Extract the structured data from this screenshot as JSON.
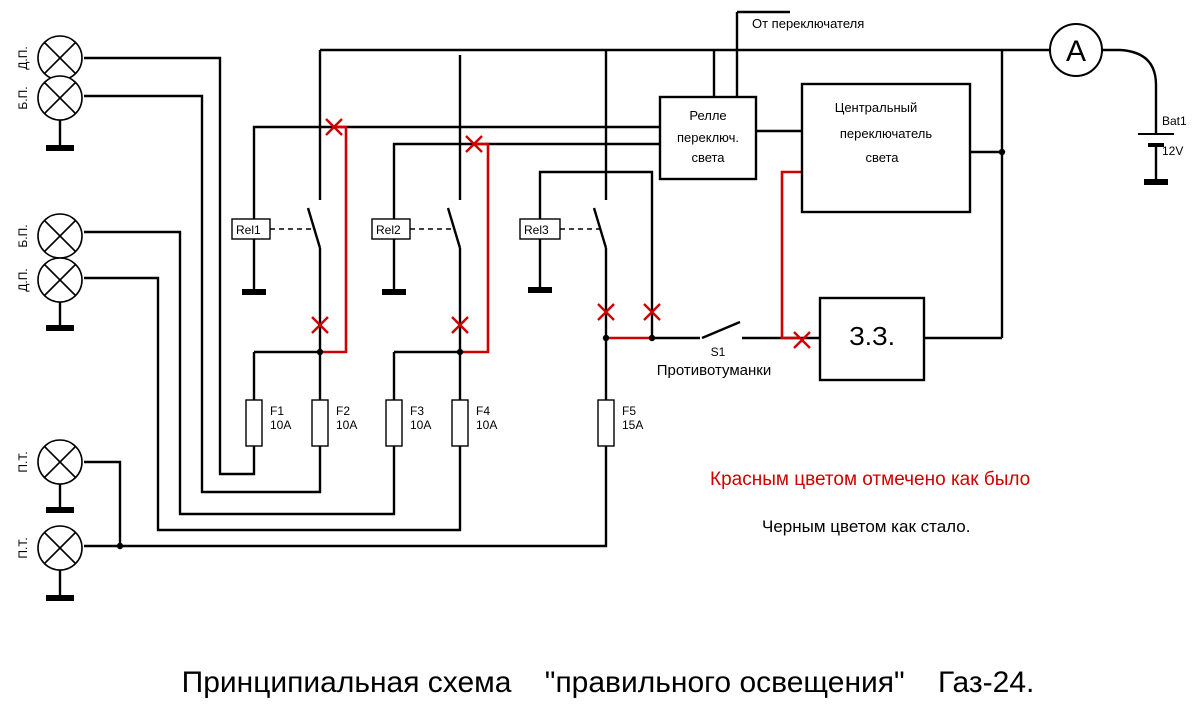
{
  "labels": {
    "lamp_dp_top": "Д.П.",
    "lamp_bp_top": "Б.П.",
    "lamp_bp_mid": "Б.П.",
    "lamp_dp_mid": "Д.П.",
    "lamp_pt_1": "П.Т.",
    "lamp_pt_2": "П.Т.",
    "from_switch": "От переключателя",
    "ammeter": "A",
    "battery_name": "Bat1",
    "battery_voltage": "12V",
    "relay_box": [
      "Релле",
      "переключ.",
      "света"
    ],
    "central_switch": [
      "Центральный",
      "переключатель",
      "света"
    ],
    "ignition": "З.З.",
    "rel1": "Rel1",
    "rel2": "Rel2",
    "rel3": "Rel3",
    "s1": "S1",
    "fog": "Противотуманки",
    "f1_name": "F1",
    "f1_rating": "10A",
    "f2_name": "F2",
    "f2_rating": "10A",
    "f3_name": "F3",
    "f3_rating": "10A",
    "f4_name": "F4",
    "f4_rating": "10A",
    "f5_name": "F5",
    "f5_rating": "15A"
  },
  "legend": {
    "red_note": "Красным цветом отмечено как было",
    "black_note": "Черным цветом как стало."
  },
  "title": "Принципиальная схема    \"правильного освещения\"    Газ-24.",
  "colors": {
    "old_wiring": "#d00000",
    "new_wiring": "#000000"
  }
}
